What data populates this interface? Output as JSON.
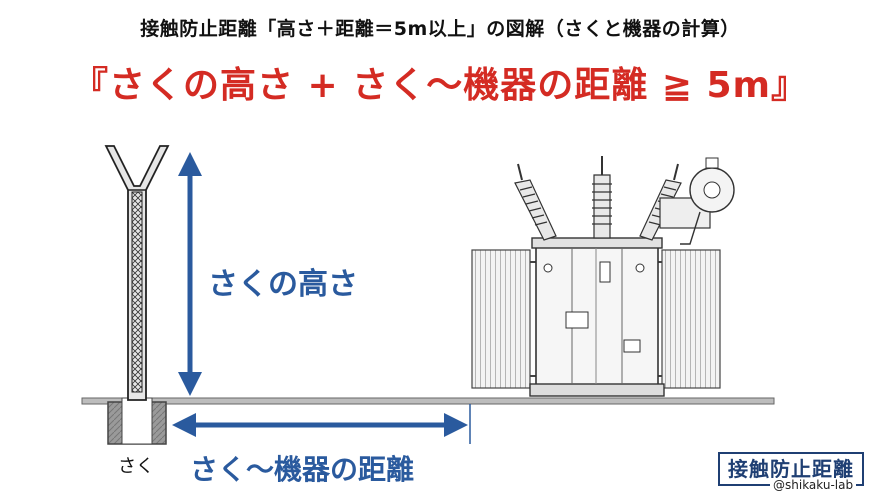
{
  "header": {
    "title": "接触防止距離「高さ＋距離＝5m以上」の図解（さくと機器の計算）",
    "headline": "『さくの高さ + さく〜機器の距離 ≧ 5m』"
  },
  "labels": {
    "fence_height": "さくの高さ",
    "fence": "さく",
    "fence_to_equipment": "さく〜機器の距離"
  },
  "brand": {
    "badge": "接触防止距離",
    "handle": "@shikaku-lab"
  },
  "colors": {
    "headline_red": "#d42b23",
    "arrow_blue": "#2a5a9e",
    "badge_navy": "#1f3f73"
  },
  "icons": {
    "fence": "fence-icon",
    "transformer": "transformer-icon"
  }
}
